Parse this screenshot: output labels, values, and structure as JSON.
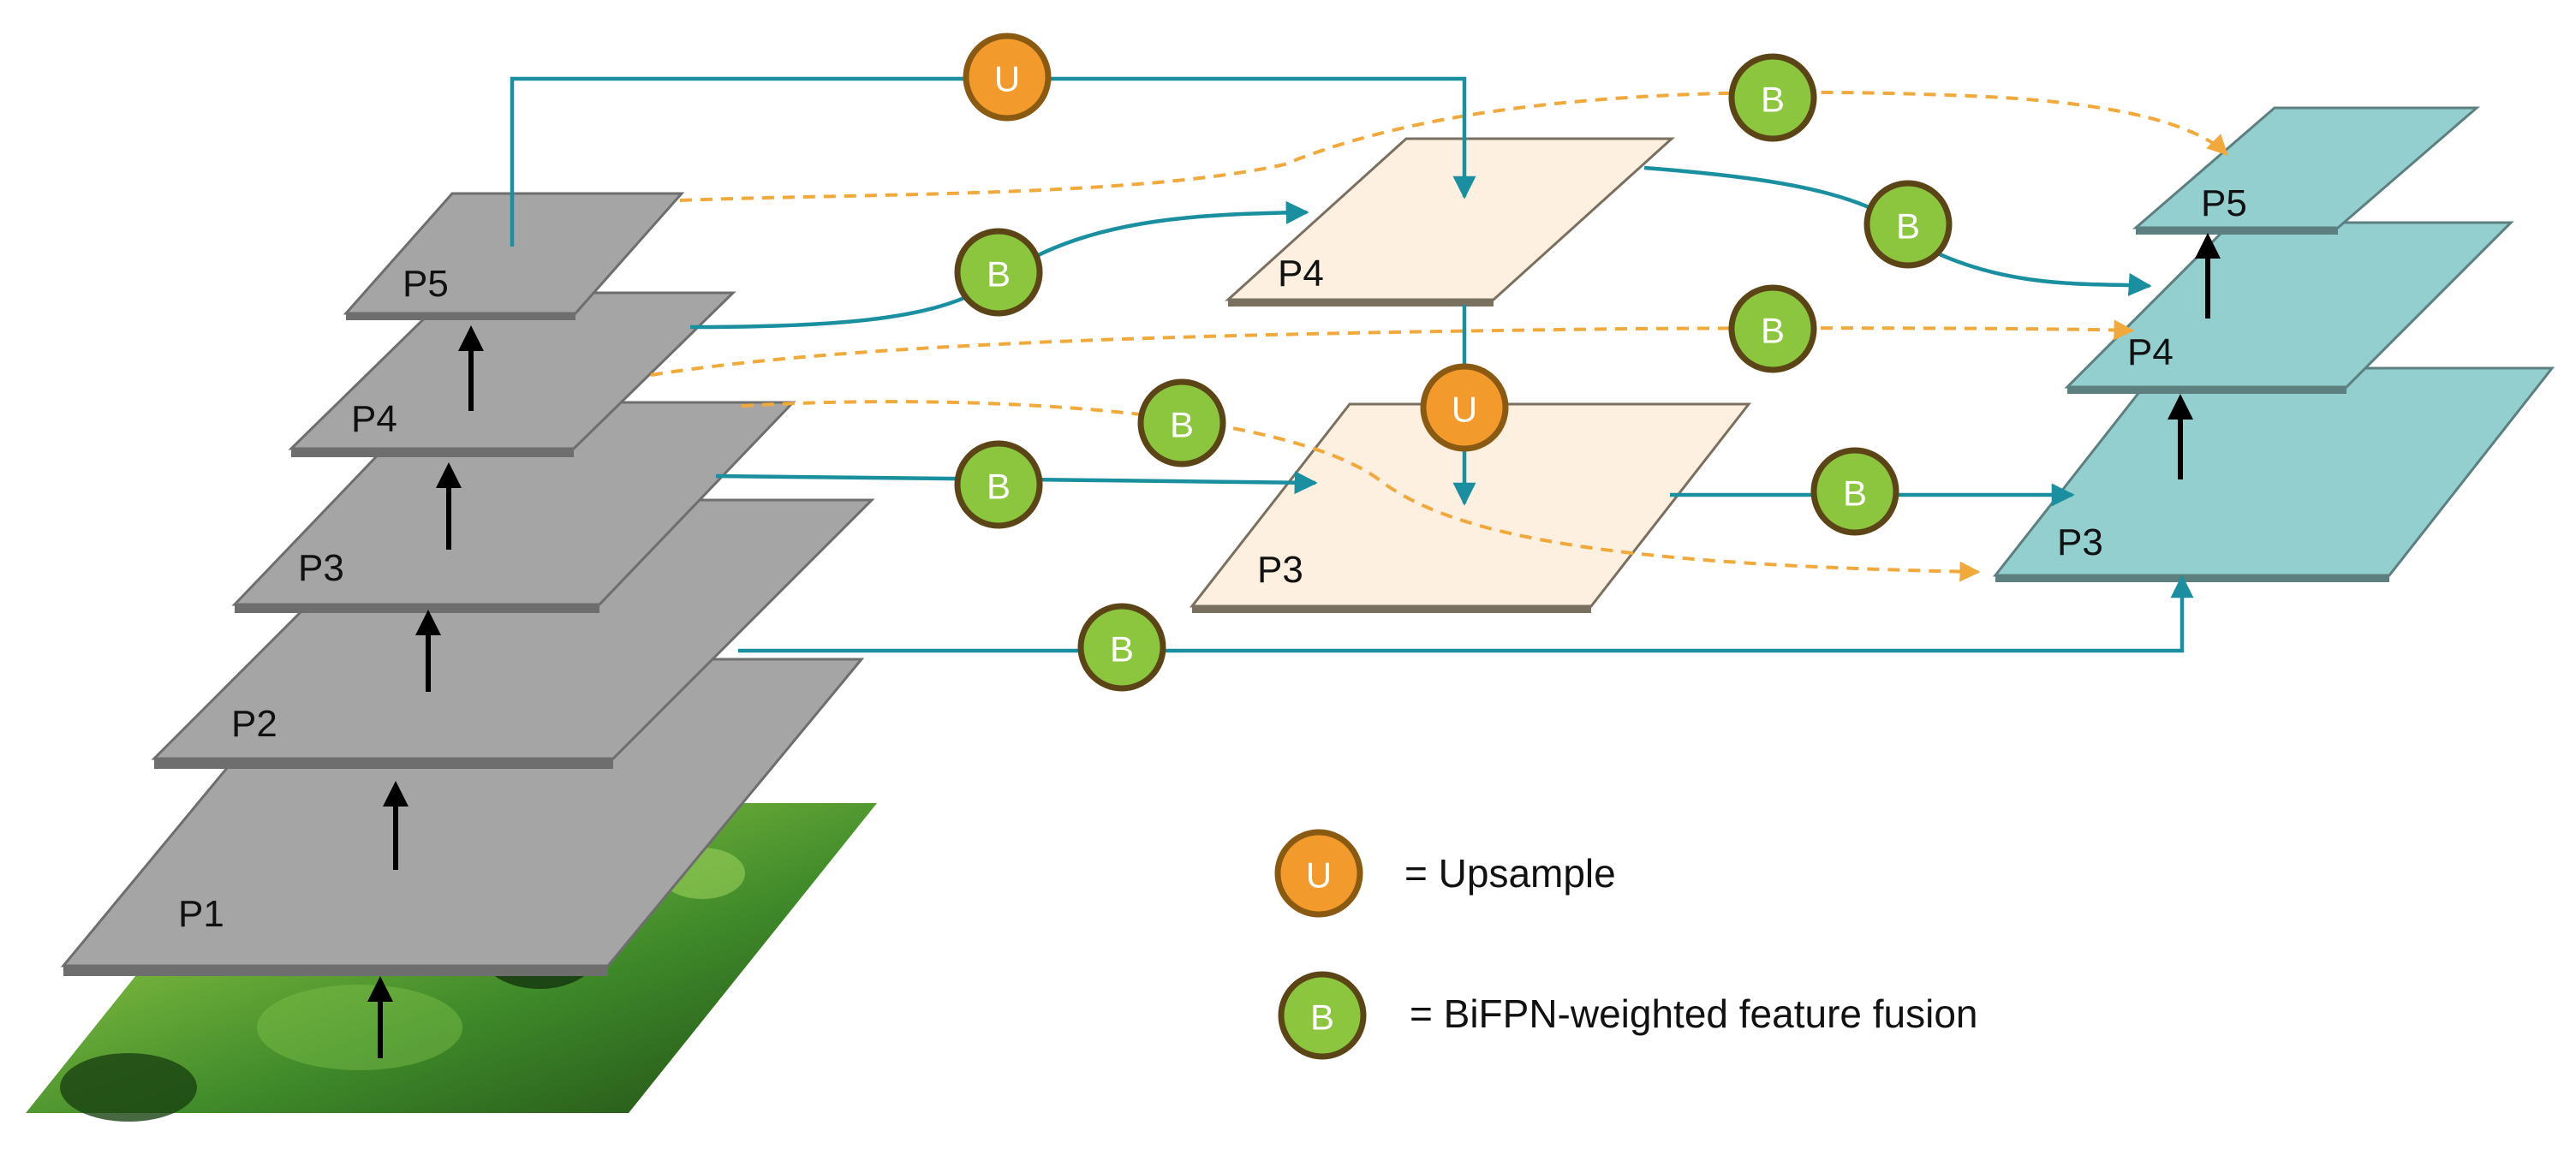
{
  "colors": {
    "backbone_fill": "#a5a5a5",
    "backbone_edge": "#6e6e6e",
    "mid_fill": "#fdf0e0",
    "mid_edge": "#7a7060",
    "out_fill": "#93cfcf",
    "out_edge": "#5e7f7f",
    "teal_line": "#1a8fa0",
    "orange_dash": "#f2a93b",
    "upsample_fill": "#f39a2c",
    "upsample_ring": "#8a5a12",
    "bifpn_fill": "#8cc63f",
    "bifpn_ring": "#5b4416"
  },
  "backbone": {
    "p1": "P1",
    "p2": "P2",
    "p3": "P3",
    "p4": "P4",
    "p5": "P5"
  },
  "intermediate": {
    "p4": "P4",
    "p3": "P3"
  },
  "output": {
    "p5": "P5",
    "p4": "P4",
    "p3": "P3"
  },
  "nodes": {
    "upsample": "U",
    "bifpn": "B"
  },
  "legend": {
    "upsample_symbol": "U",
    "upsample_text": "= Upsample",
    "bifpn_symbol": "B",
    "bifpn_text": "= BiFPN-weighted feature fusion"
  },
  "input_image": {
    "icon": "underwater-image-icon"
  }
}
